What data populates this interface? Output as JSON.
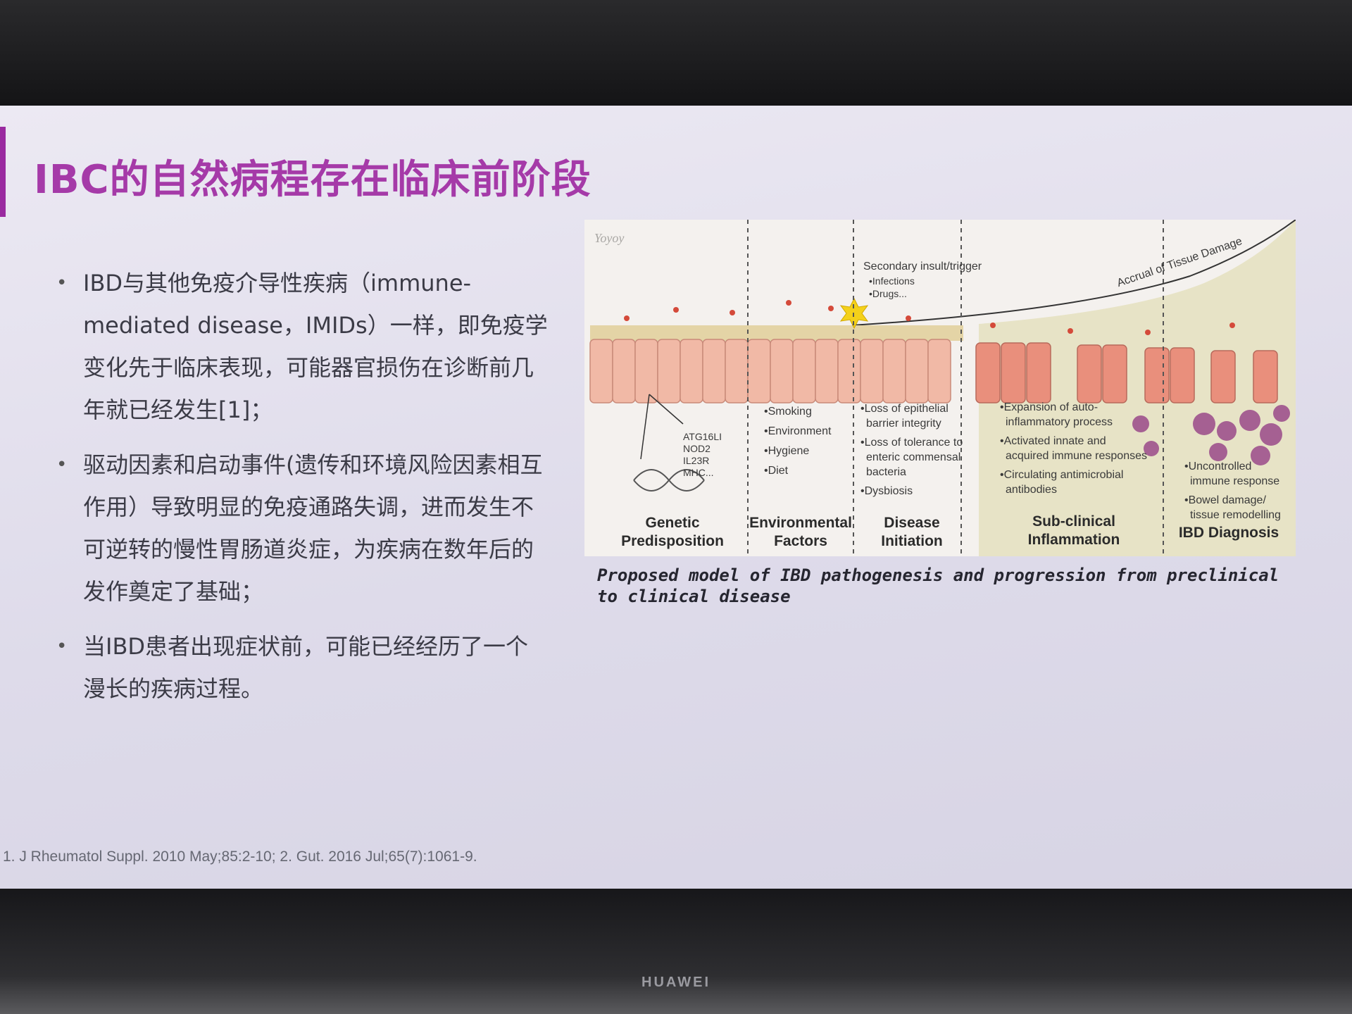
{
  "slide": {
    "title": "IBC的自然病程存在临床前阶段",
    "bullets": [
      "IBD与其他免疫介导性疾病（immune-mediated disease，IMIDs）一样，即免疫学变化先于临床表现，可能器官损伤在诊断前几年就已经发生[1]；",
      "驱动因素和启动事件(遗传和环境风险因素相互作用）导致明显的免疫通路失调，进而发生不可逆转的慢性胃肠道炎症，为疾病在数年后的发作奠定了基础；",
      "当IBD患者出现症状前，可能已经经历了一个漫长的疾病过程。"
    ],
    "bullet_symbol": "•",
    "reference": "1. J Rheumatol Suppl. 2010 May;85:2-10; 2. Gut. 2016 Jul;65(7):1061-9."
  },
  "figure": {
    "logo": "Yoyoy",
    "secondary_trigger": {
      "title": "Secondary insult/trigger",
      "items": [
        "•Infections",
        "•Drugs..."
      ]
    },
    "accrual_label": "Accrual of Tissue Damage",
    "genes": [
      "ATG16LI",
      "NOD2",
      "IL23R",
      "MHC..."
    ],
    "environmental_list": [
      "•Smoking",
      "•Environment",
      "•Hygiene",
      "•Diet"
    ],
    "initiation_list": [
      "•Loss of epithelial",
      "barrier integrity",
      "•Loss of tolerance to",
      "enteric commensal",
      "bacteria",
      "•Dysbiosis"
    ],
    "subclinical_list": [
      "•Expansion of auto-",
      "inflammatory process",
      "•Activated innate and",
      "acquired immune responses",
      "•Circulating antimicrobial",
      "antibodies"
    ],
    "diagnosis_list": [
      "•Uncontrolled",
      "immune response",
      "•Bowel damage/",
      "tissue remodelling"
    ],
    "stages": [
      {
        "line1": "Genetic",
        "line2": "Predisposition"
      },
      {
        "line1": "Environmental",
        "line2": "Factors"
      },
      {
        "line1": "Disease",
        "line2": "Initiation"
      },
      {
        "line1": "Sub-clinical",
        "line2": "Inflammation"
      },
      {
        "line1": "IBD Diagnosis",
        "line2": ""
      }
    ],
    "caption": "Proposed model of IBD pathogenesis and progression from preclinical to clinical disease"
  },
  "device": {
    "brand": "HUAWEI"
  },
  "colors": {
    "title": "#a53aa8",
    "accent_bar": "#9a2aa0",
    "body_text": "#3b3b46",
    "epithelium": "#f1b9a6",
    "epithelium_inflamed": "#e98f7c",
    "damage_area": "#e7e3c6"
  }
}
